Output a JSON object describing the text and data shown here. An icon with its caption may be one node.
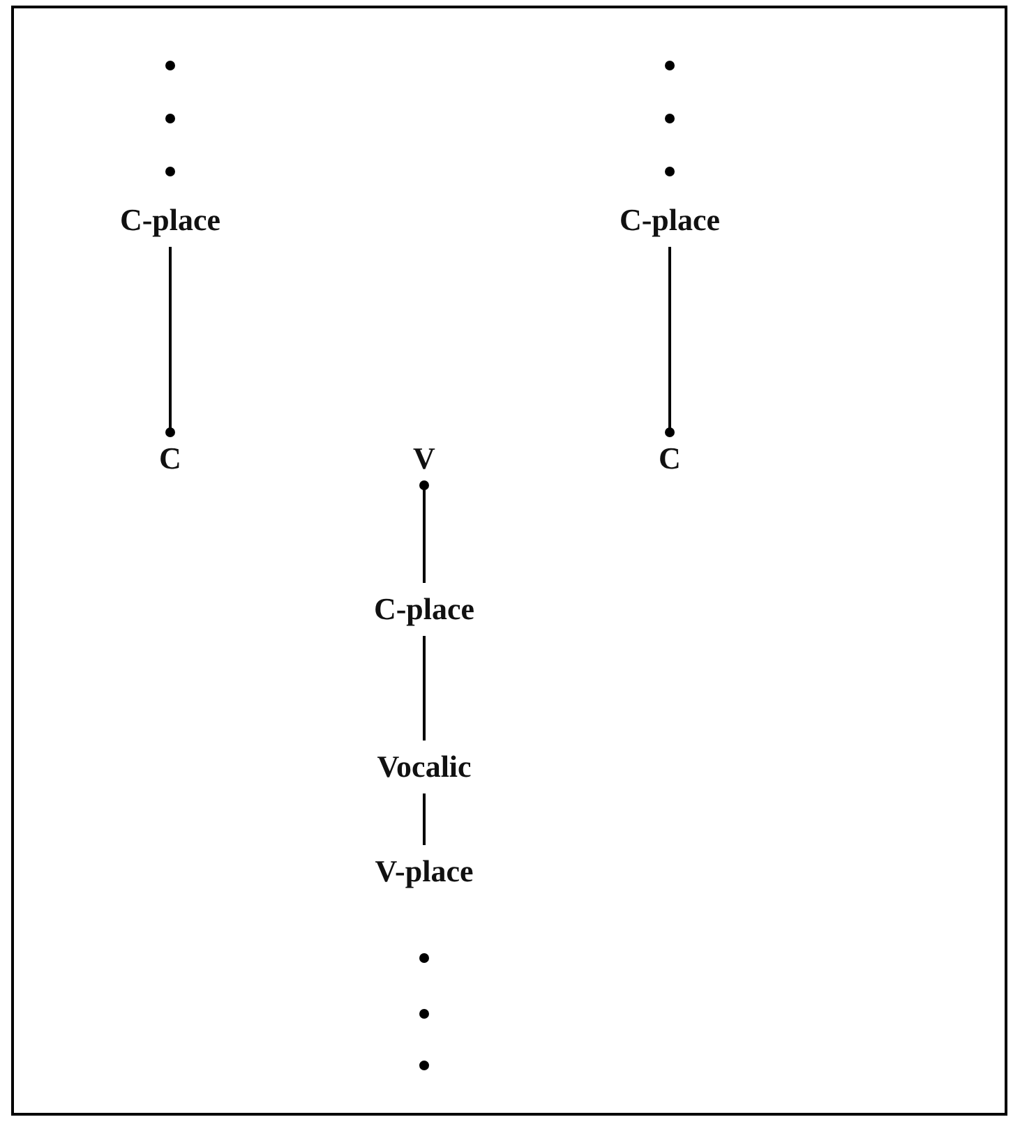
{
  "diagram": {
    "nodes": [
      {
        "text": [
          "C-place"
        ]
      },
      {
        "text": [
          "C"
        ]
      },
      {
        "text": [
          "V"
        ]
      },
      {
        "text": [
          "C"
        ]
      },
      {
        "text": [
          "C-place"
        ]
      },
      {
        "text": [
          "C-place"
        ]
      },
      {
        "text": [
          "Vocalic"
        ]
      },
      {
        "text": [
          "V-place"
        ]
      }
    ],
    "edges": [
      {
        "from": 0,
        "to": 1,
        "arrow": "other"
      },
      {
        "from": 4,
        "to": 3,
        "arrow": "other"
      },
      {
        "from": 5,
        "to": 2,
        "arrow": "other"
      },
      {
        "from": 5,
        "to": 6,
        "arrow": "none"
      },
      {
        "from": 6,
        "to": 7,
        "arrow": "none"
      }
    ]
  }
}
